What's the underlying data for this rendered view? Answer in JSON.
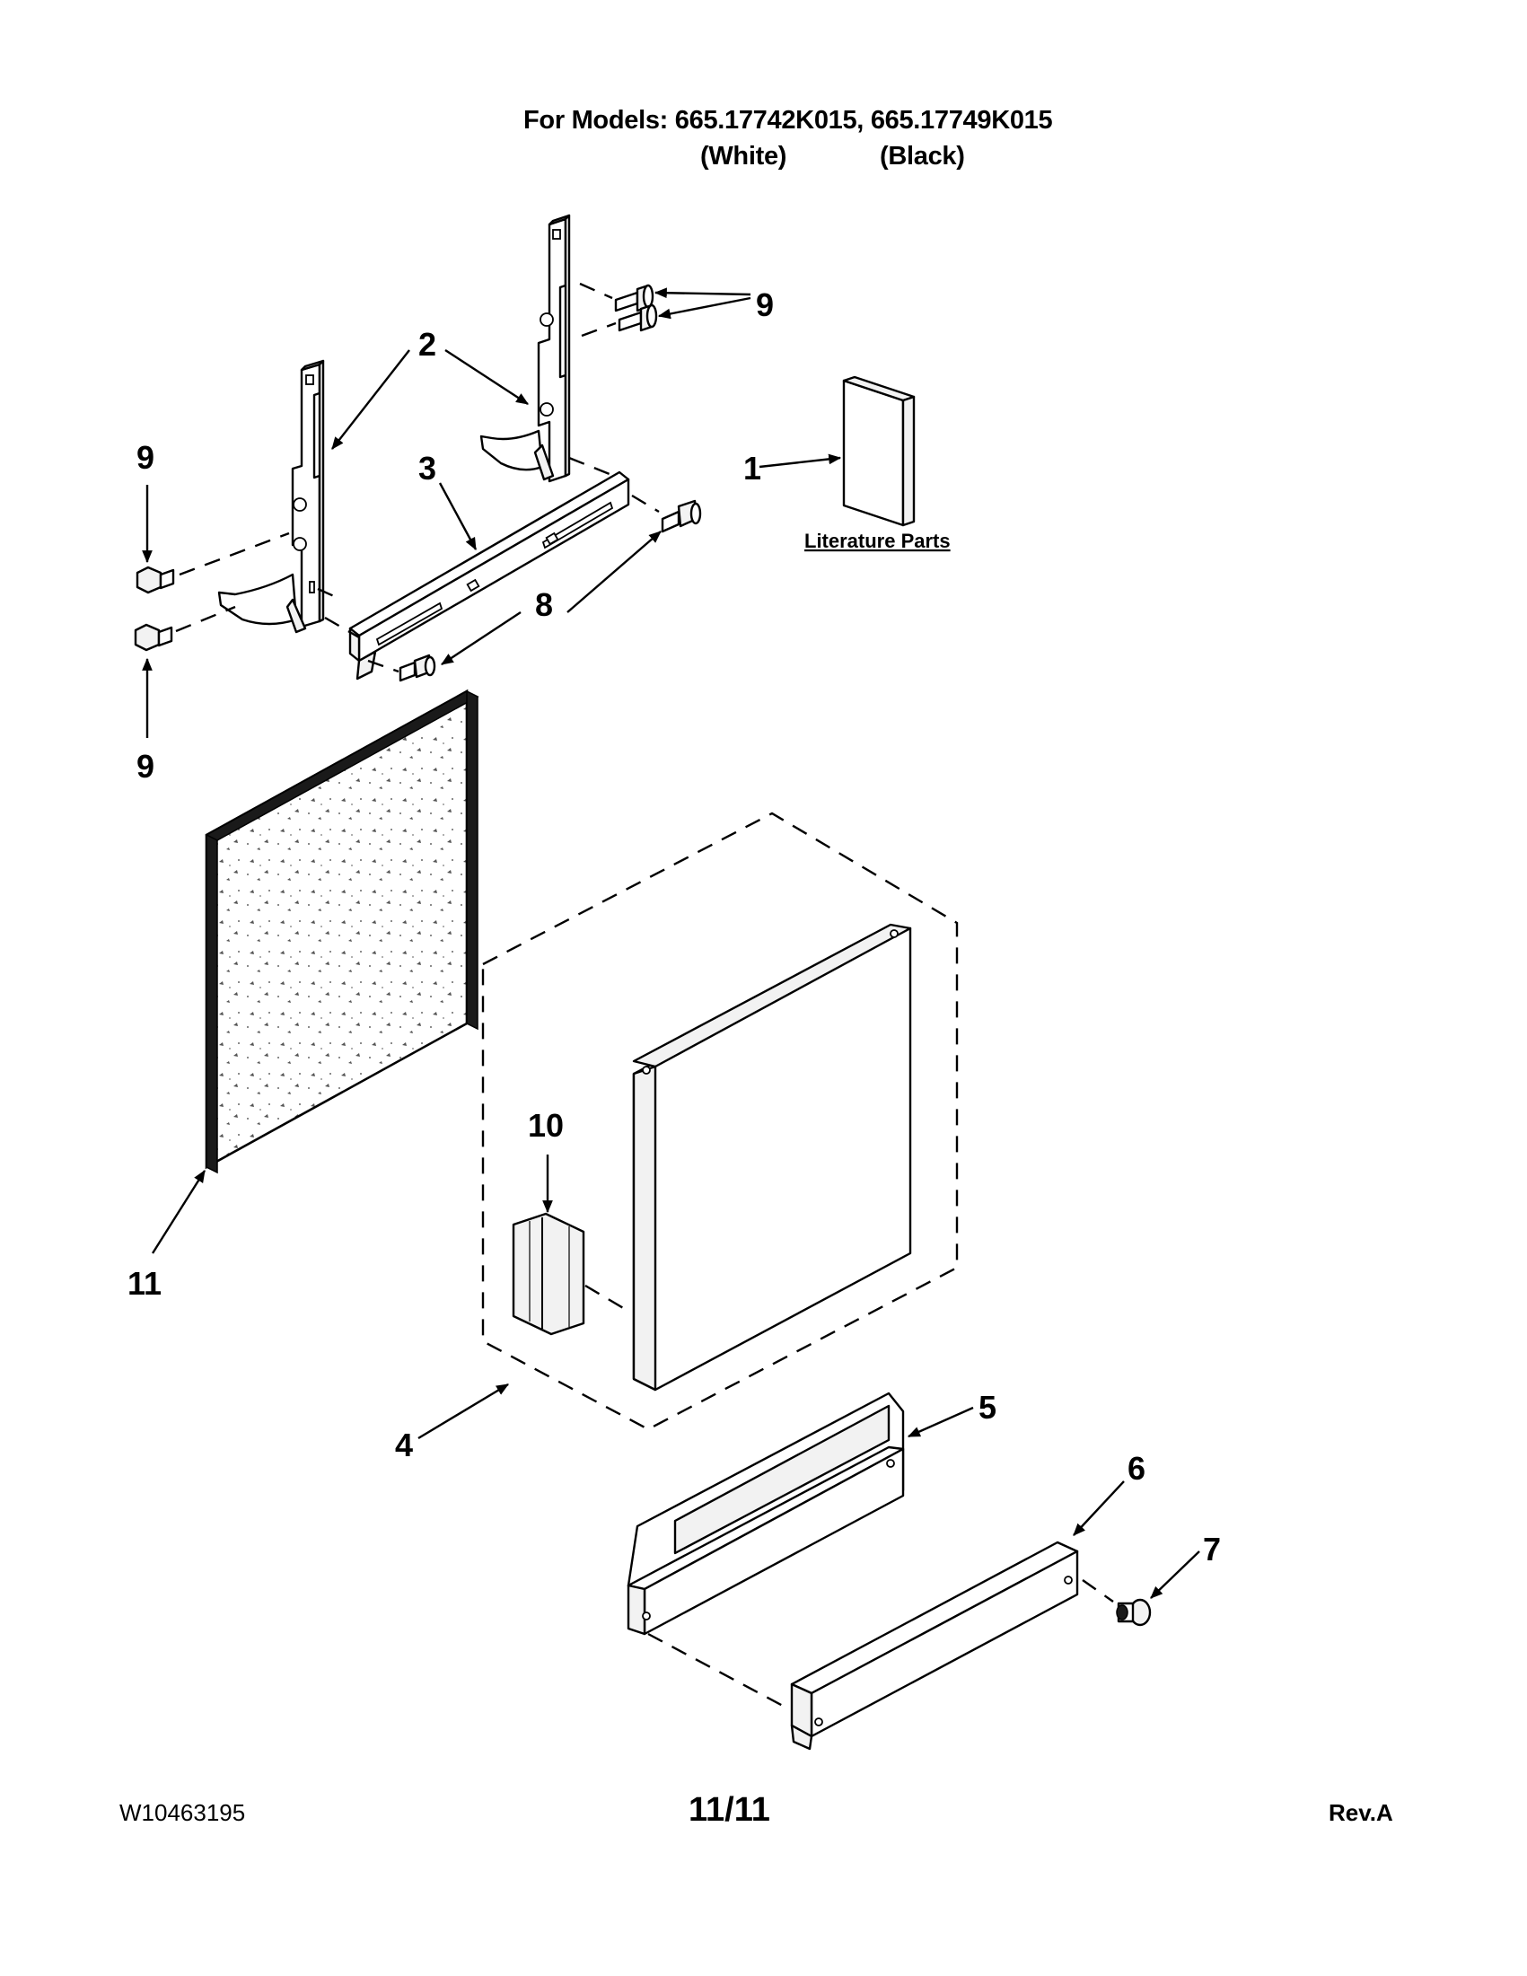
{
  "header": {
    "models_line": "For Models: 665.17742K015, 665.17749K015",
    "color_white": "(White)",
    "color_black": "(Black)"
  },
  "callouts": {
    "c1": "1",
    "c2": "2",
    "c3": "3",
    "c4": "4",
    "c5": "5",
    "c6": "6",
    "c7": "7",
    "c8": "8",
    "c9_top_right": "9",
    "c9_left_upper": "9",
    "c9_left_lower": "9",
    "c10": "10",
    "c11": "11"
  },
  "literature_label": "Literature Parts",
  "footer": {
    "doc_number": "W10463195",
    "page_number": "11/11",
    "revision": "Rev.A"
  }
}
